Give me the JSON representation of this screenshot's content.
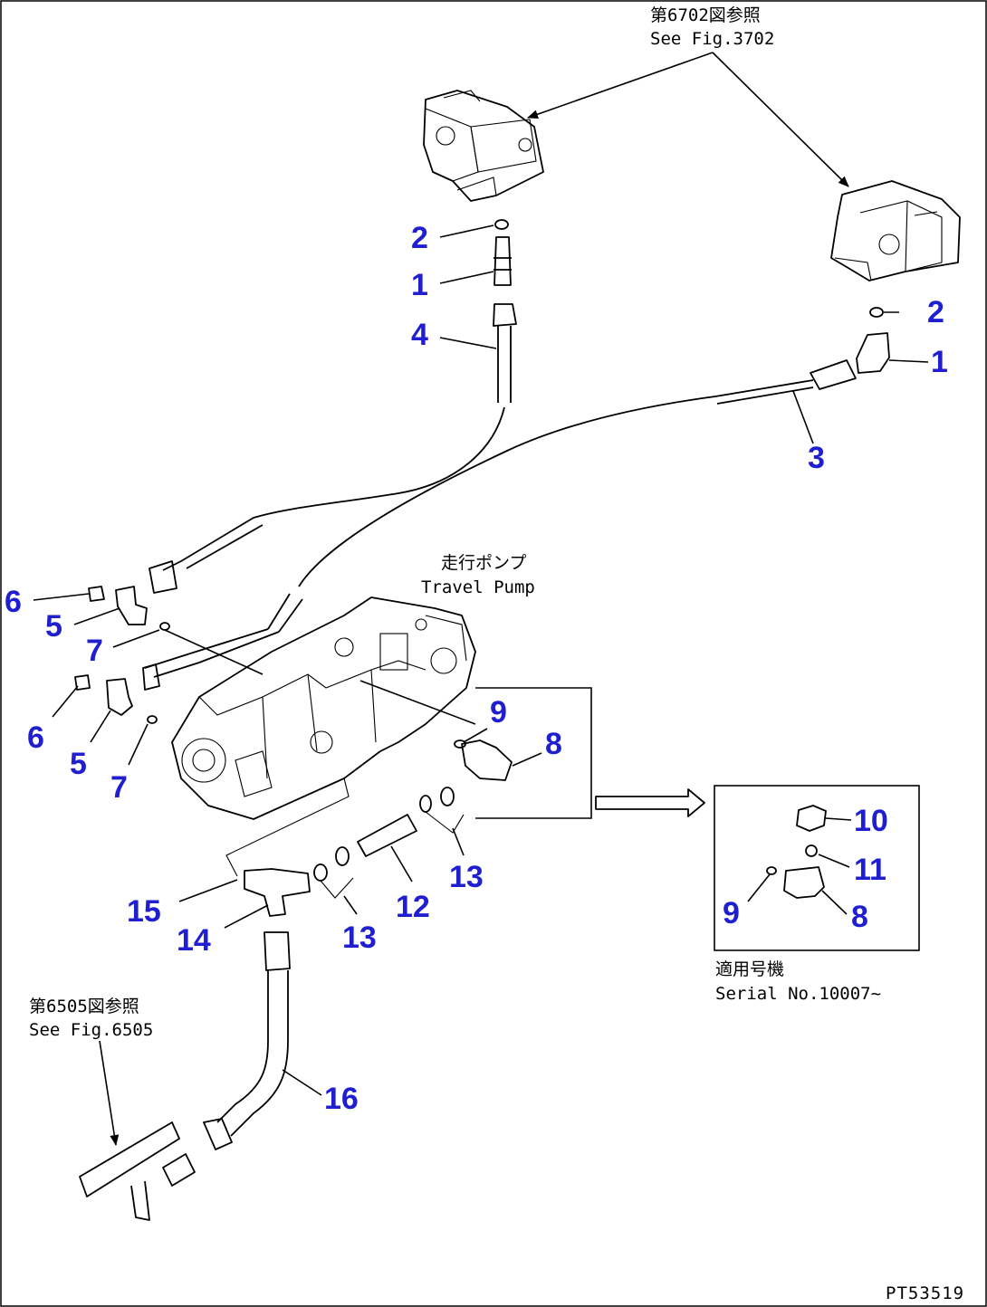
{
  "refs": {
    "top": {
      "jp": "第6702図参照",
      "en": "See Fig.3702"
    },
    "pump": {
      "jp": "走行ポンプ",
      "en": "Travel Pump"
    },
    "left": {
      "jp": "第6505図参照",
      "en": "See Fig.6505"
    },
    "serial": {
      "jp": "適用号機",
      "en": "Serial No.10007~"
    }
  },
  "drawing_code": "PT53519",
  "callouts": {
    "c2a": "2",
    "c1a": "1",
    "c4": "4",
    "c2b": "2",
    "c1b": "1",
    "c3": "3",
    "c6a": "6",
    "c5a": "5",
    "c7a": "7",
    "c6b": "6",
    "c5b": "5",
    "c7b": "7",
    "c9a": "9",
    "c8a": "8",
    "c15": "15",
    "c14": "14",
    "c13a": "13",
    "c12": "12",
    "c13b": "13",
    "c16": "16",
    "c10": "10",
    "c11": "11",
    "c9b": "9",
    "c8b": "8"
  }
}
